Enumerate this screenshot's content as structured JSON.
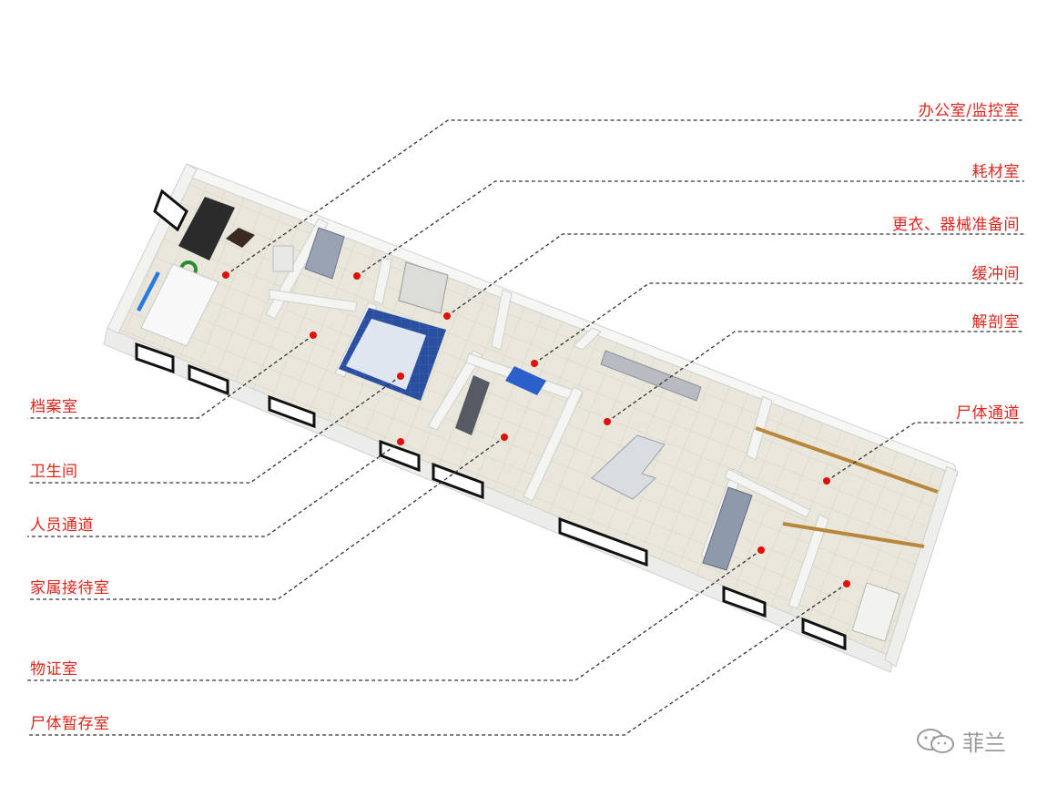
{
  "labels": {
    "right": [
      {
        "key": "office",
        "text": "办公室/监控室"
      },
      {
        "key": "consumables",
        "text": "耗材室"
      },
      {
        "key": "changing",
        "text": "更衣、器械准备间"
      },
      {
        "key": "buffer",
        "text": "缓冲间"
      },
      {
        "key": "autopsy",
        "text": "解剖室"
      },
      {
        "key": "corpse_passage",
        "text": "尸体通道"
      }
    ],
    "left": [
      {
        "key": "archive",
        "text": "档案室"
      },
      {
        "key": "toilet",
        "text": "卫生间"
      },
      {
        "key": "staff_passage",
        "text": "人员通道"
      },
      {
        "key": "family",
        "text": "家属接待室"
      },
      {
        "key": "evidence",
        "text": "物证室"
      },
      {
        "key": "storage",
        "text": "尸体暂存室"
      }
    ]
  },
  "watermark": {
    "text": "菲兰",
    "icon": "wechat-icon"
  },
  "colors": {
    "label": "#e0241b",
    "dot": "#e0100a",
    "leader": "#333333",
    "wall": "#f4f4f2",
    "floor": "#e6e2d6"
  }
}
